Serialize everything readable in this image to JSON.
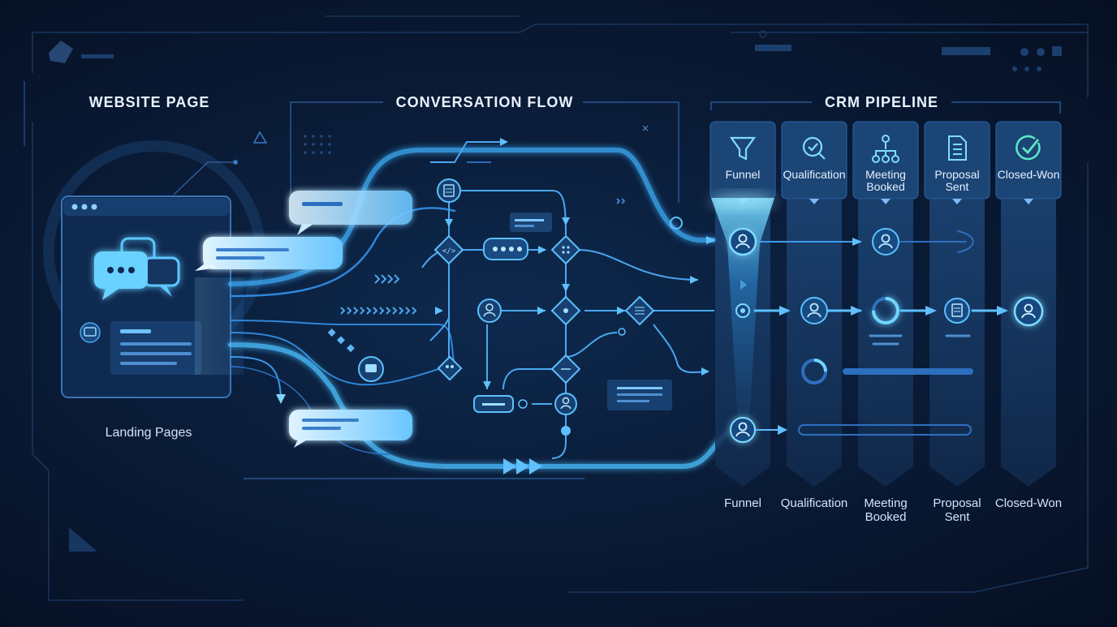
{
  "sections": {
    "website": {
      "title": "WEBSITE PAGE",
      "caption": "Landing Pages"
    },
    "conversation": {
      "title": "CONVERSATION FLOW"
    },
    "crm": {
      "title": "CRM PIPELINE"
    }
  },
  "crm_stages": [
    {
      "header": "Funnel",
      "footer": "Funnel",
      "icon": "funnel-icon"
    },
    {
      "header": "Qualification",
      "footer": "Qualification",
      "icon": "magnifier-check-icon"
    },
    {
      "header": "Meeting Booked",
      "footer": "Meeting Booked",
      "icon": "org-chart-icon"
    },
    {
      "header": "Proposal Sent",
      "footer": "Proposal Sent",
      "icon": "document-icon"
    },
    {
      "header": "Closed-Won",
      "footer": "Closed-Won",
      "icon": "check-circle-icon"
    }
  ],
  "colors": {
    "background": "#0a1c38",
    "accent": "#4fc3ff",
    "glow": "#7fd8ff",
    "panel": "#15355e",
    "line": "#3a7bd5"
  }
}
